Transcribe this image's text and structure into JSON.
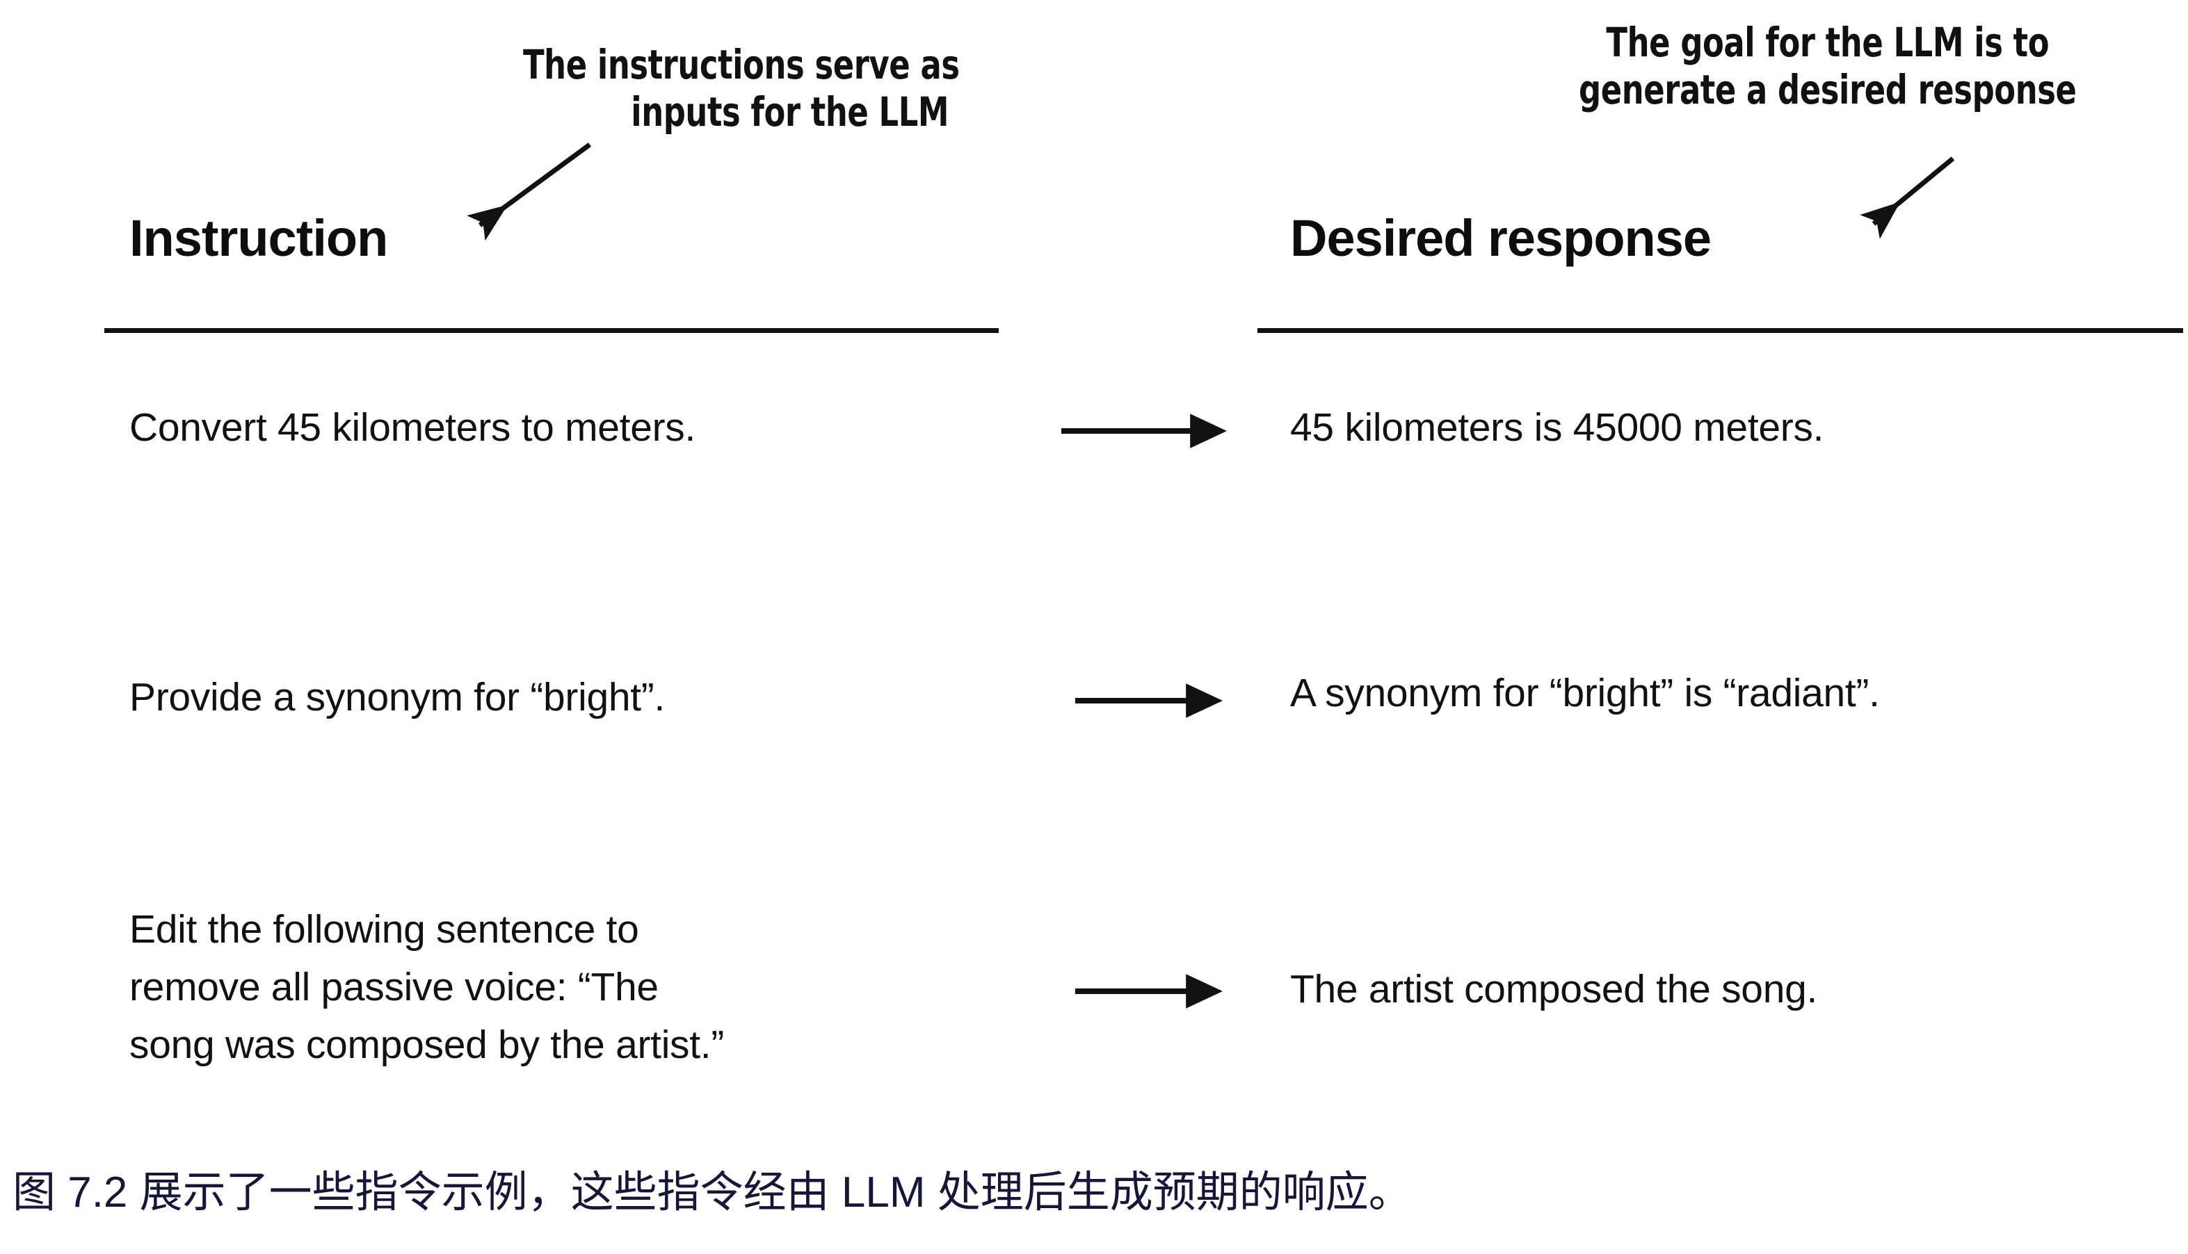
{
  "figure": {
    "annotations": {
      "left": {
        "name": "instructions-annotation",
        "line1": "The instructions serve as",
        "line2": "inputs for the LLM",
        "arrow": "annotation-arrow-left-icon"
      },
      "right": {
        "name": "goal-annotation",
        "line1": "The goal for the LLM is to",
        "line2": "generate a desired response",
        "arrow": "annotation-arrow-right-icon"
      }
    },
    "columns": {
      "left_header": "Instruction",
      "right_header": "Desired response"
    },
    "rows": [
      {
        "instruction": "Convert 45 kilometers to meters.",
        "arrow": "flow-arrow-icon",
        "response": "45 kilometers is 45000 meters."
      },
      {
        "instruction": "Provide a synonym for “bright”.",
        "arrow": "flow-arrow-icon",
        "response": "A synonym for “bright” is “radiant”."
      },
      {
        "instruction": "Edit the following sentence to\nremove all passive voice: “The\nsong was composed by the artist.”",
        "arrow": "flow-arrow-icon",
        "response": "The artist composed the song."
      }
    ],
    "caption": "图 7.2 展示了一些指令示例，这些指令经由 LLM 处理后生成预期的响应。",
    "colors": {
      "background": "#ffffff",
      "text": "#111111",
      "rule": "#111111",
      "caption": "#16163c"
    }
  }
}
